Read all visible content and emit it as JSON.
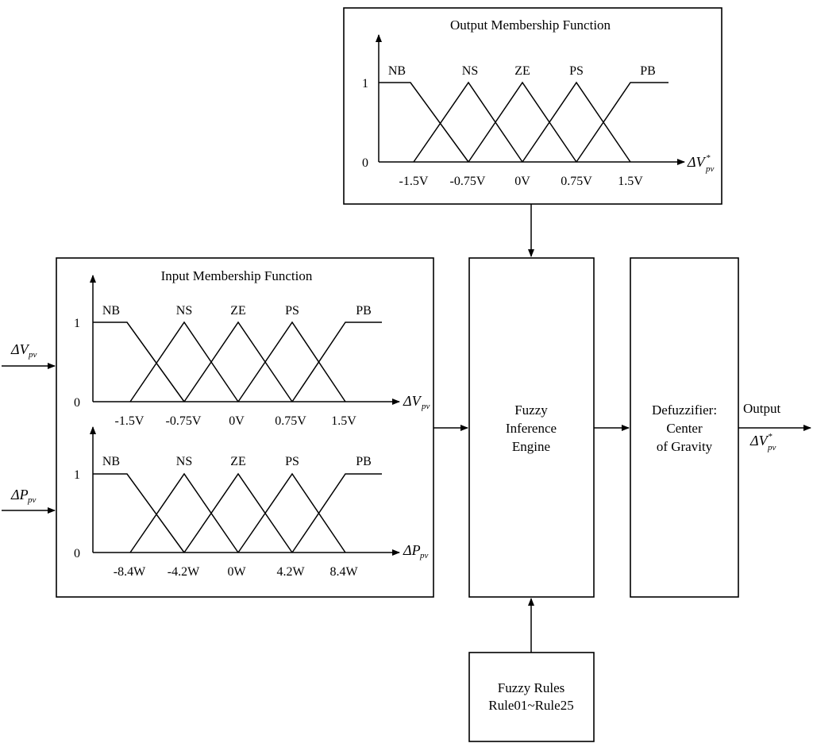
{
  "output_mf": {
    "title": "Output Membership Function",
    "y_ticks": [
      "1",
      "0"
    ],
    "sets": [
      "NB",
      "NS",
      "ZE",
      "PS",
      "PB"
    ],
    "x_ticks": [
      "-1.5V",
      "-0.75V",
      "0V",
      "0.75V",
      "1.5V"
    ],
    "axis_var": "ΔV",
    "axis_sub": "pv",
    "axis_sup": "*"
  },
  "input_mf": {
    "title": "Input Membership Function",
    "v_chart": {
      "y_ticks": [
        "1",
        "0"
      ],
      "sets": [
        "NB",
        "NS",
        "ZE",
        "PS",
        "PB"
      ],
      "x_ticks": [
        "-1.5V",
        "-0.75V",
        "0V",
        "0.75V",
        "1.5V"
      ],
      "axis_var": "ΔV",
      "axis_sub": "pv"
    },
    "p_chart": {
      "y_ticks": [
        "1",
        "0"
      ],
      "sets": [
        "NB",
        "NS",
        "ZE",
        "PS",
        "PB"
      ],
      "x_ticks": [
        "-8.4W",
        "-4.2W",
        "0W",
        "4.2W",
        "8.4W"
      ],
      "axis_var": "ΔP",
      "axis_sub": "pv"
    }
  },
  "inputs": {
    "dv_var": "ΔV",
    "dv_sub": "pv",
    "dp_var": "ΔP",
    "dp_sub": "pv"
  },
  "engine": {
    "line1": "Fuzzy",
    "line2": "Inference",
    "line3": "Engine"
  },
  "defuzzifier": {
    "line1": "Defuzzifier:",
    "line2": "Center",
    "line3": "of Gravity"
  },
  "rules": {
    "line1": "Fuzzy Rules",
    "line2": "Rule01~Rule25"
  },
  "output": {
    "label": "Output",
    "var": "ΔV",
    "sub": "pv",
    "sup": "*"
  }
}
